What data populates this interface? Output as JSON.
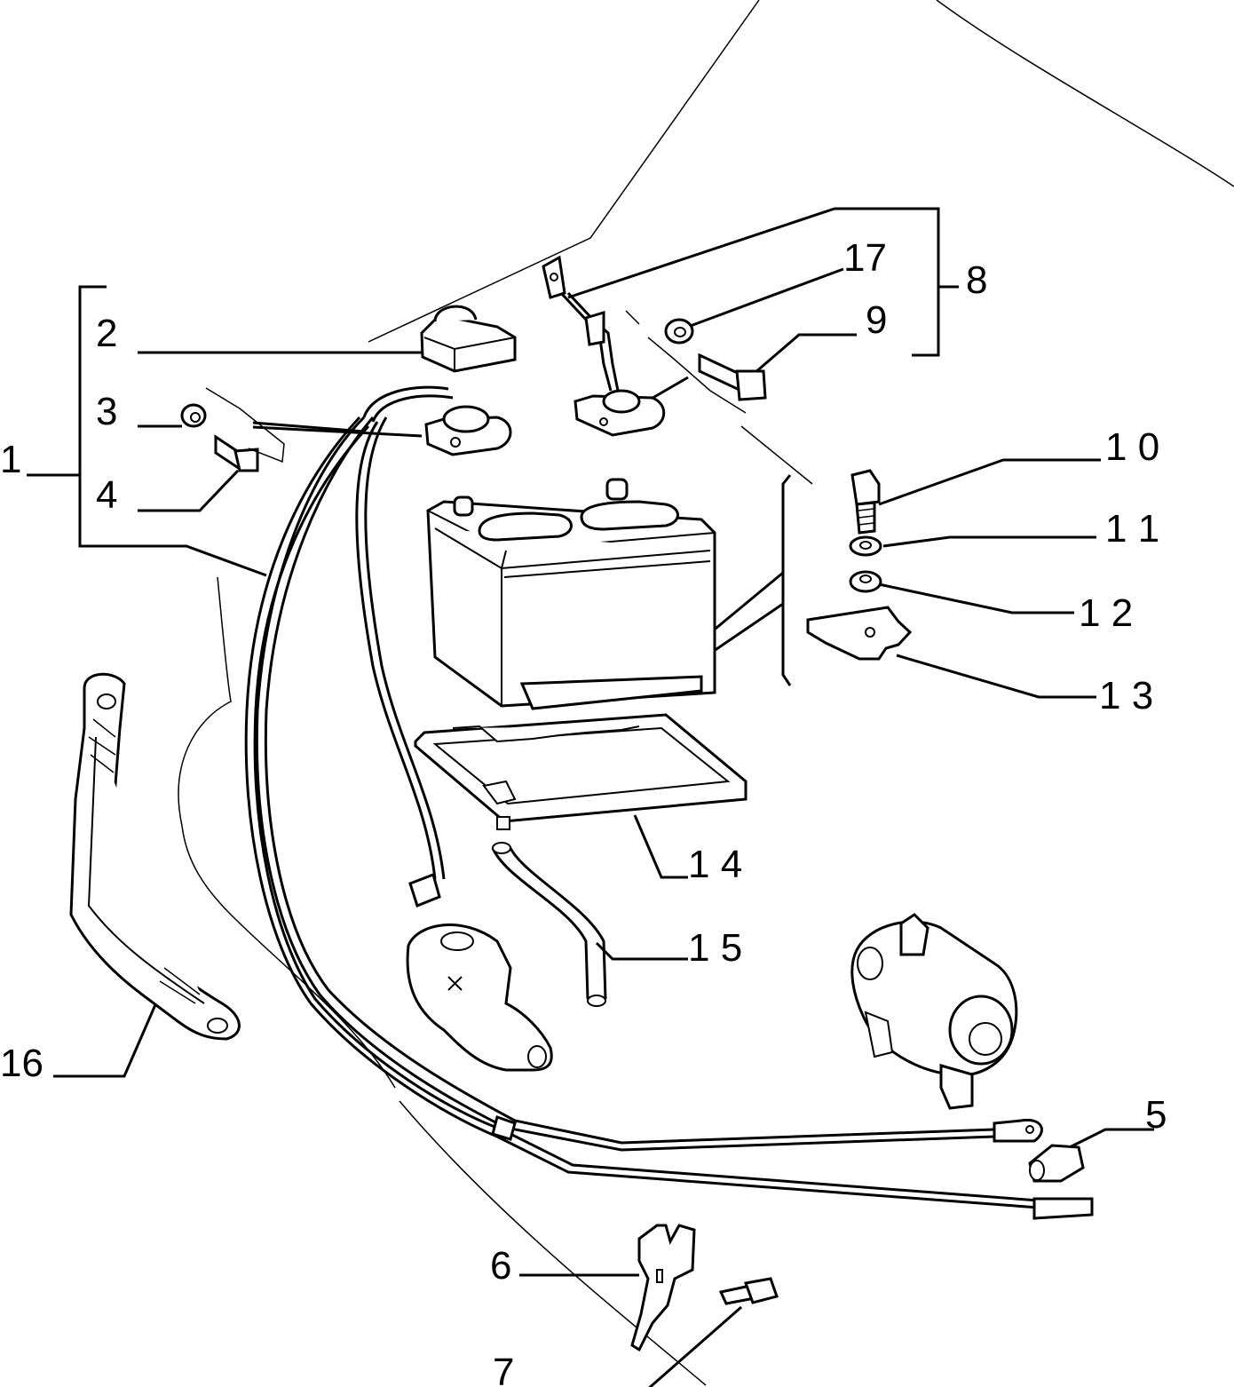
{
  "diagram": {
    "callouts": [
      {
        "id": "1",
        "text": "1"
      },
      {
        "id": "2",
        "text": "2"
      },
      {
        "id": "3",
        "text": "3"
      },
      {
        "id": "4",
        "text": "4"
      },
      {
        "id": "5",
        "text": "5"
      },
      {
        "id": "6",
        "text": "6"
      },
      {
        "id": "7",
        "text": "7"
      },
      {
        "id": "8",
        "text": "8"
      },
      {
        "id": "9",
        "text": "9"
      },
      {
        "id": "10",
        "text": "1 0"
      },
      {
        "id": "11",
        "text": "1 1"
      },
      {
        "id": "12",
        "text": "1 2"
      },
      {
        "id": "13",
        "text": "1 3"
      },
      {
        "id": "14",
        "text": "1 4"
      },
      {
        "id": "15",
        "text": "1 5"
      },
      {
        "id": "16",
        "text": "16"
      },
      {
        "id": "17",
        "text": "17"
      }
    ]
  }
}
